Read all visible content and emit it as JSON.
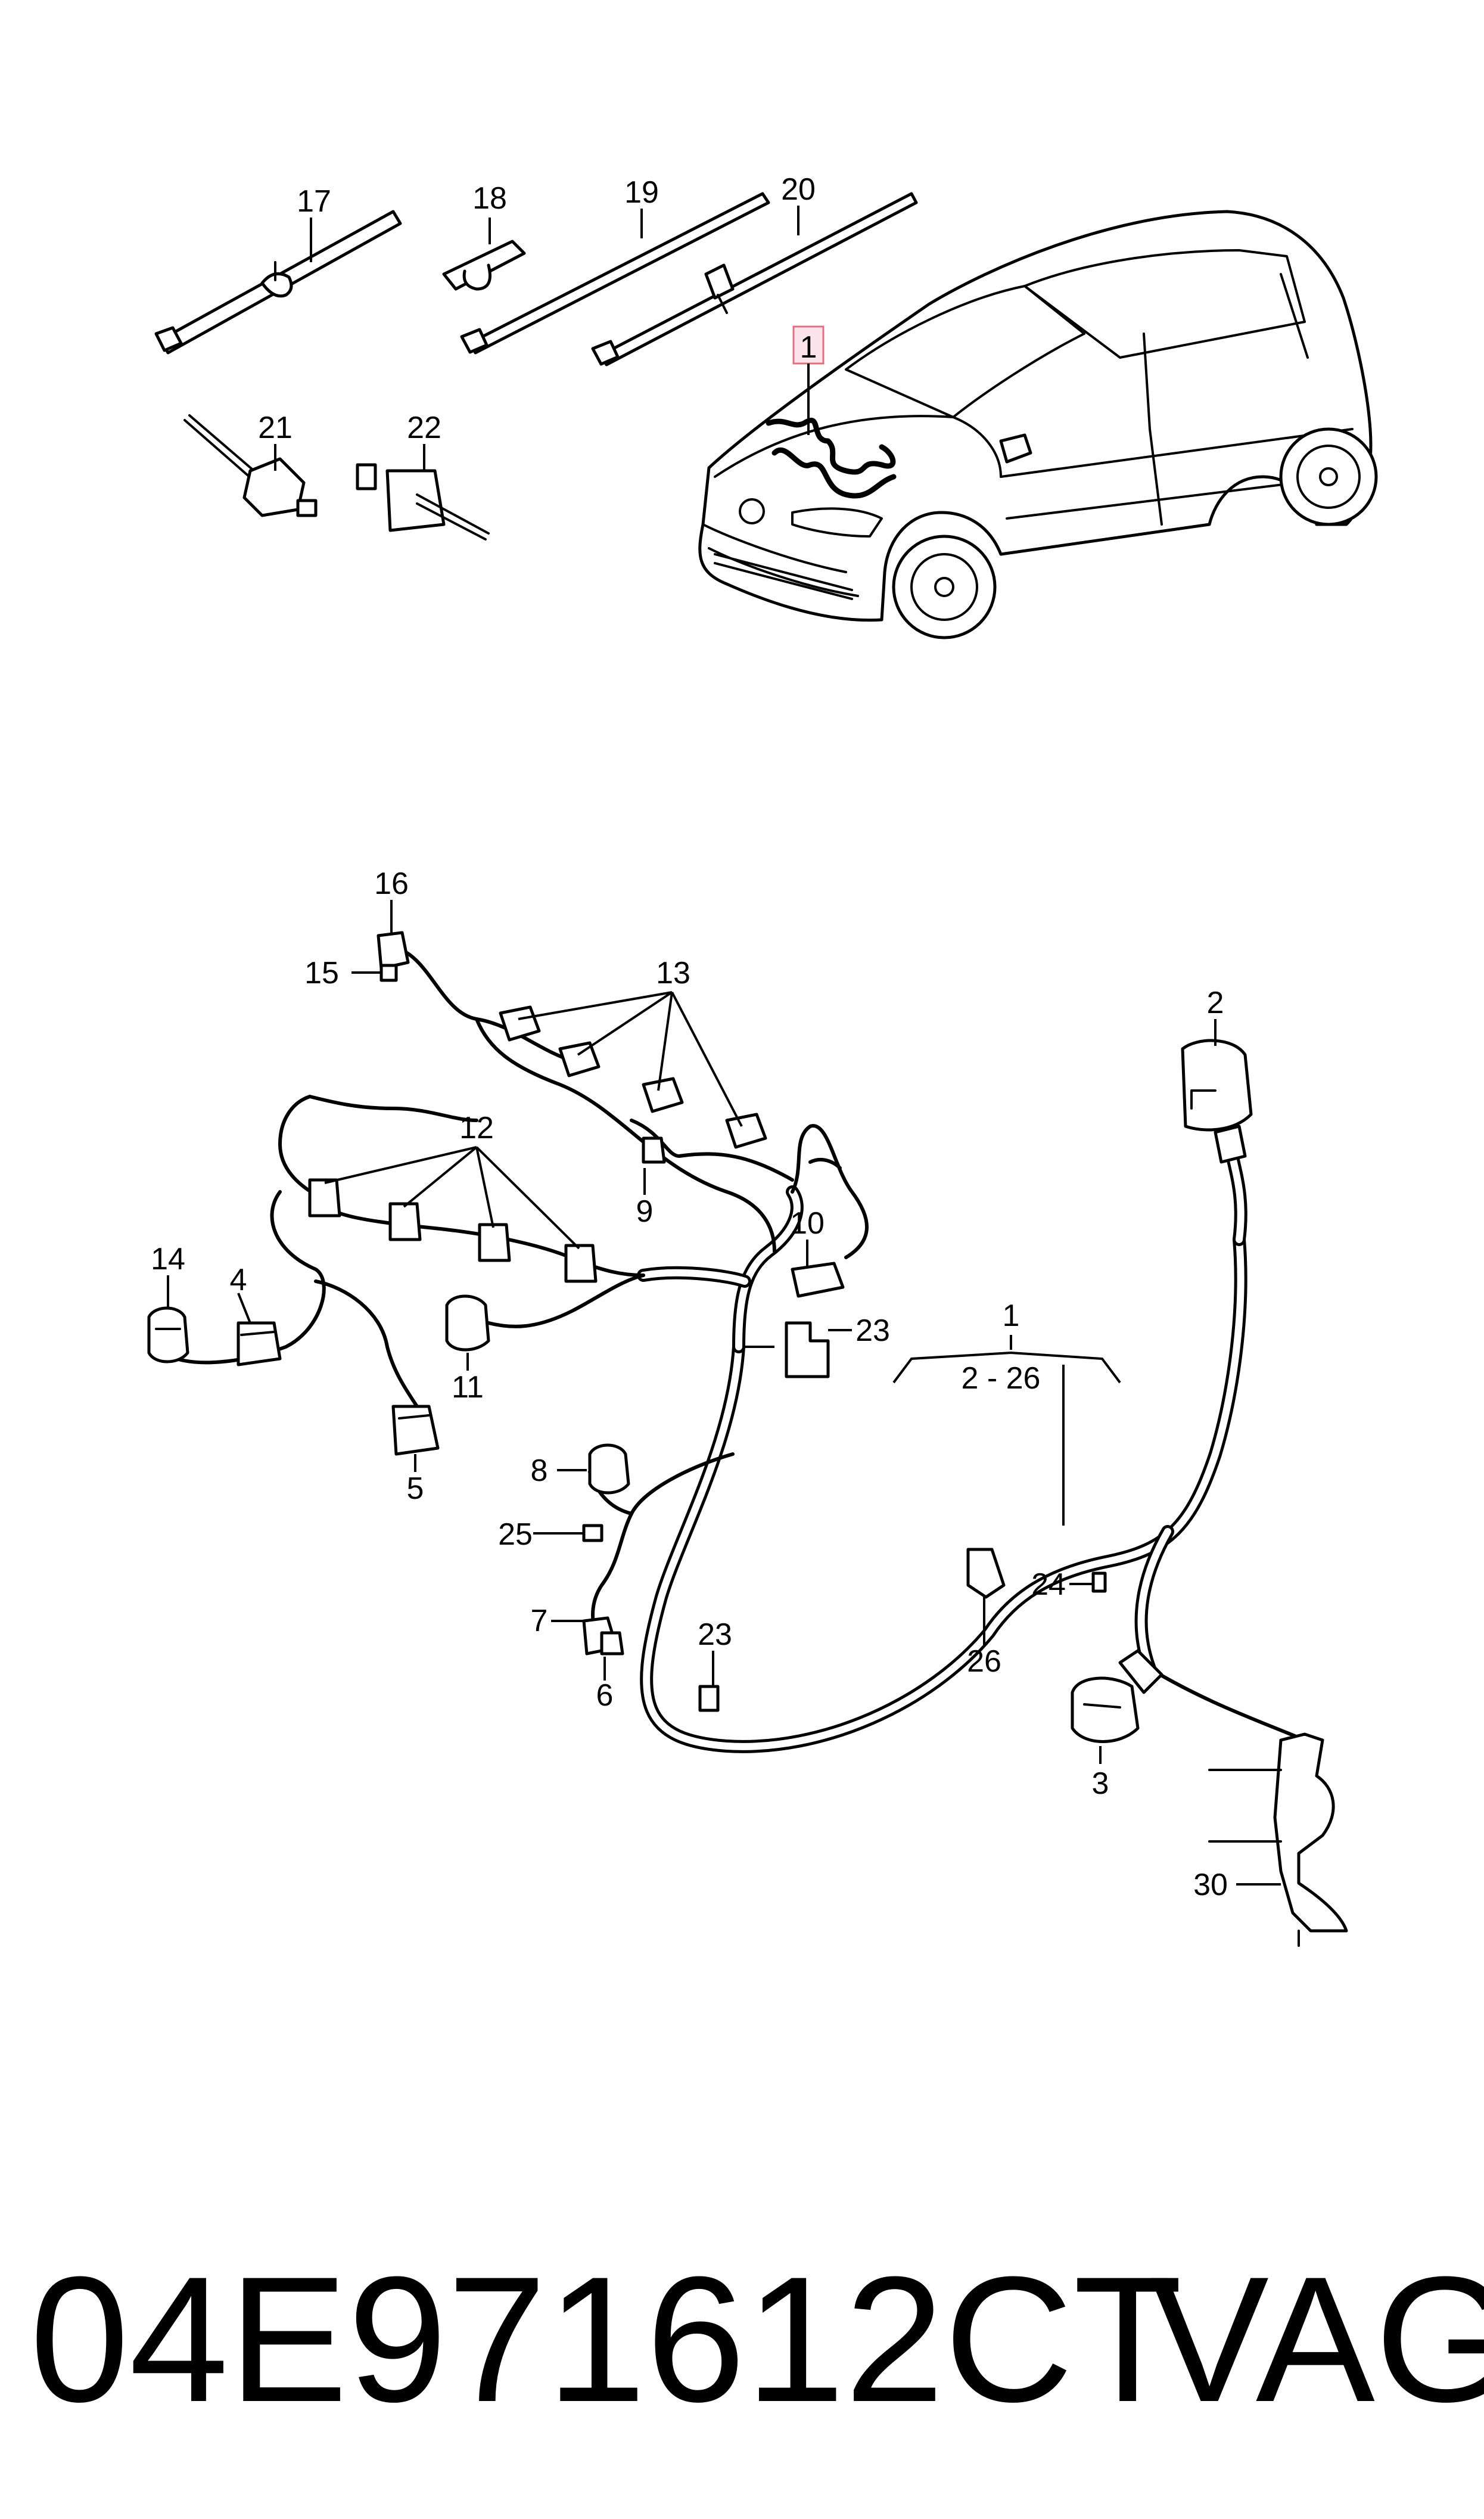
{
  "callouts": {
    "c1_top": "1",
    "c2": "2",
    "c3": "3",
    "c4": "4",
    "c5": "5",
    "c6": "6",
    "c7": "7",
    "c8": "8",
    "c9": "9",
    "c10": "10",
    "c11": "11",
    "c12": "12",
    "c13": "13",
    "c14": "14",
    "c15": "15",
    "c16": "16",
    "c17": "17",
    "c18": "18",
    "c19": "19",
    "c20": "20",
    "c21": "21",
    "c22": "22",
    "c23a": "23",
    "c23b": "23",
    "c24": "24",
    "c25": "25",
    "c26": "26",
    "c30": "30",
    "group_number": "1",
    "group_range": "2 - 26"
  },
  "footer": {
    "part_number": "04E971612CT",
    "brand": "VAG"
  },
  "colors": {
    "line": "#000000",
    "background": "#ffffff",
    "highlight_fill": "#fce4ec",
    "highlight_stroke": "#e0707f"
  }
}
